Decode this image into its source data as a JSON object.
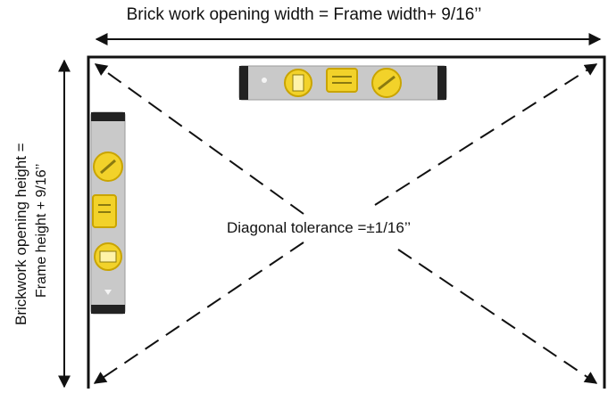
{
  "labels": {
    "width_formula": "Brick work opening width =  Frame width+  9/16’’",
    "height_line1": "Brickwork opening height =",
    "height_line2": "Frame height + 9/16’’",
    "diagonal": "Diagonal tolerance =±1/16’’"
  },
  "colors": {
    "line": "#111111",
    "level_body": "#c9c9c9",
    "level_cap": "#222222",
    "vial": "#f2d22a"
  },
  "objects": {
    "top_level": "spirit-level-horizontal",
    "side_level": "spirit-level-vertical"
  }
}
